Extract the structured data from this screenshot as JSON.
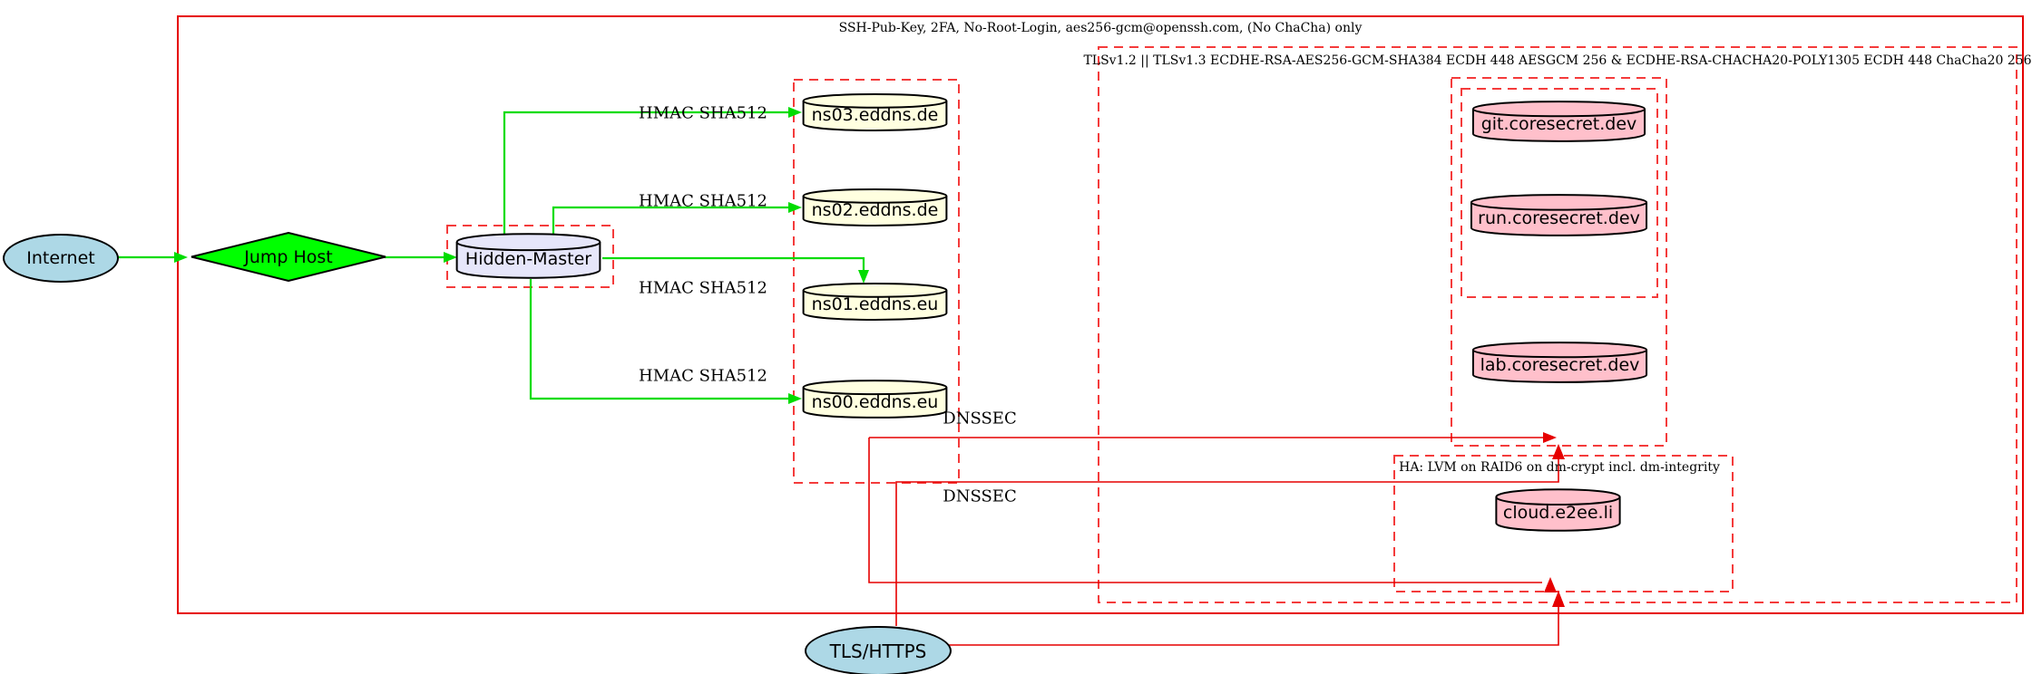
{
  "diagram": {
    "clusters": {
      "ssh": {
        "label": "SSH-Pub-Key, 2FA, No-Root-Login, aes256-gcm@openssh.com, (No ChaCha) only",
        "border": "solid-red"
      },
      "tls": {
        "label": "TLSv1.2 || TLSv1.3 ECDHE-RSA-AES256-GCM-SHA384 ECDH 448 AESGCM 256 & ECDHE-RSA-CHACHA20-POLY1305 ECDH 448 ChaCha20 256",
        "border": "dashed-red"
      },
      "eddns": {
        "label": "",
        "border": "dashed-red"
      },
      "coresecret": {
        "label": "",
        "border": "dashed-red"
      },
      "gitrun": {
        "label": "",
        "border": "dashed-red"
      },
      "ha": {
        "label": "HA: LVM on RAID6 on dm-crypt incl. dm-integrity",
        "border": "dashed-red"
      }
    },
    "nodes": {
      "internet": {
        "label": "Internet",
        "shape": "ellipse",
        "fill": "#ADD8E6"
      },
      "jump_host": {
        "label": "Jump Host",
        "shape": "diamond",
        "fill": "#00FF00"
      },
      "hidden_master": {
        "label": "Hidden-Master",
        "shape": "cylinder",
        "fill": "#E6E6FA"
      },
      "ns03": {
        "label": "ns03.eddns.de",
        "shape": "cylinder",
        "fill": "#FFFFE0"
      },
      "ns02": {
        "label": "ns02.eddns.de",
        "shape": "cylinder",
        "fill": "#FFFFE0"
      },
      "ns01": {
        "label": "ns01.eddns.eu",
        "shape": "cylinder",
        "fill": "#FFFFE0"
      },
      "ns00": {
        "label": "ns00.eddns.eu",
        "shape": "cylinder",
        "fill": "#FFFFE0"
      },
      "git": {
        "label": "git.coresecret.dev",
        "shape": "cylinder",
        "fill": "#FFC0CB"
      },
      "run": {
        "label": "run.coresecret.dev",
        "shape": "cylinder",
        "fill": "#FFC0CB"
      },
      "lab": {
        "label": "lab.coresecret.dev",
        "shape": "cylinder",
        "fill": "#FFC0CB"
      },
      "cloud": {
        "label": "cloud.e2ee.li",
        "shape": "cylinder",
        "fill": "#FFC0CB"
      },
      "tls_https": {
        "label": "TLS/HTTPS",
        "shape": "ellipse",
        "fill": "#ADD8E6"
      }
    },
    "edge_labels": {
      "hmac": "HMAC SHA512",
      "dnssec": "DNSSEC"
    },
    "colors": {
      "edge_green": "#00dc00",
      "edge_red": "#e60000",
      "cluster_border_red": "#f43b3b",
      "node_blue": "#ADD8E6",
      "node_green": "#00FF00",
      "node_lavender": "#E6E6FA",
      "node_yellow": "#FFFFE0",
      "node_pink": "#FFC0CB"
    }
  }
}
